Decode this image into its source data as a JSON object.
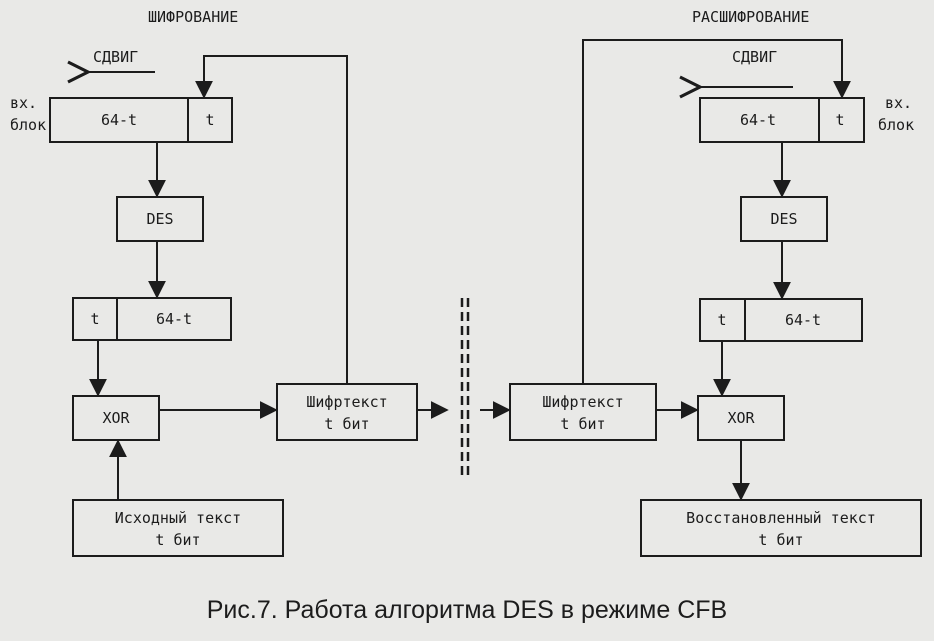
{
  "encryption": {
    "title": "ШИФРОВАНИЕ",
    "shift_label": "СДВИГ",
    "input_block_label": [
      "вх.",
      "блок"
    ],
    "register": [
      "64-t",
      "t"
    ],
    "cipher": "DES",
    "output_register": [
      "t",
      "64-t"
    ],
    "xor": "XOR",
    "ciphertext": [
      "Шифртекст",
      "t бит"
    ],
    "plaintext": [
      "Исходный текст",
      "t бит"
    ]
  },
  "decryption": {
    "title": "РАСШИФРОВАНИЕ",
    "shift_label": "СДВИГ",
    "input_block_label": [
      "вх.",
      "блок"
    ],
    "register": [
      "64-t",
      "t"
    ],
    "cipher": "DES",
    "output_register": [
      "t",
      "64-t"
    ],
    "xor": "XOR",
    "ciphertext": [
      "Шифртекст",
      "t бит"
    ],
    "recovered": [
      "Восстановленный текст",
      "t бит"
    ]
  },
  "caption": "Рис.7. Работа алгоритма DES в режиме CFB"
}
